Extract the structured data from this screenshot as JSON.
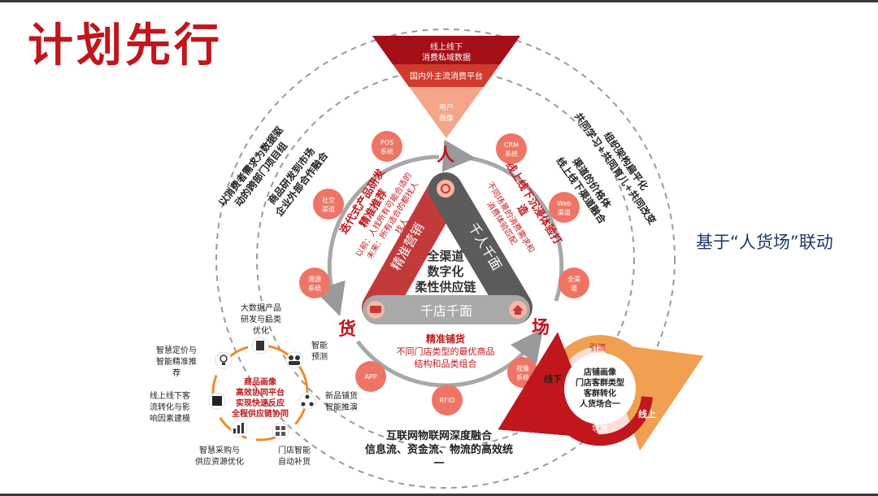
{
  "page": {
    "title": "计划先行",
    "side_note": "基于“人货场”联动"
  },
  "funnel": {
    "top_line1": "线上线下",
    "top_line2": "消费私域数据",
    "middle": "国内外主流消费平台",
    "bottom_line1": "用户",
    "bottom_line2": "画像"
  },
  "vertices": {
    "person": "人",
    "goods": "货",
    "place": "场"
  },
  "center": {
    "line1": "全渠道",
    "line2": "数字化",
    "line3": "柔性供应链"
  },
  "triangle": {
    "left_arm": "精准营销",
    "right_arm": "千人千面",
    "bottom_arm": "千店千面"
  },
  "captions": {
    "left_title_line1": "迭代式产品研发",
    "left_title_line2": "精准推荐",
    "left_sub_line1": "以前：人找所有可能合适的",
    "left_sub_line2": "未来：所有适合的都找人",
    "left_sub_line3": "找人",
    "right_title_line1": "线上线下沉浸体验打",
    "right_title_line2": "造",
    "right_sub_line1": "不同场景的消费需求和",
    "right_sub_line2": "消费体验匹配",
    "bottom_title": "精准铺货",
    "bottom_sub_line1": "不同门店类型的最优商品",
    "bottom_sub_line2": "结构和品类组合"
  },
  "channels": [
    {
      "line1": "POS",
      "line2": "系统"
    },
    {
      "line1": "CRM",
      "line2": "系统"
    },
    {
      "line1": "社交",
      "line2": "渠道"
    },
    {
      "line1": "Web",
      "line2": "渠道"
    },
    {
      "line1": "溯源",
      "line2": "系统"
    },
    {
      "line1": "全渠",
      "line2": "道"
    },
    {
      "line1": "APP",
      "line2": ""
    },
    {
      "line1": "视像",
      "line2": "系统"
    },
    {
      "line1": "RFID",
      "line2": ""
    }
  ],
  "arcs": {
    "left_outer_1": "以消费者需求为数据驱",
    "left_outer_2": "动的跨部门项目组",
    "left_inner_1": "商品研发到市场",
    "left_inner_2": "企业外部合作融合",
    "right_outer_1": "组织架构扁平化",
    "right_outer_2": "共同学习+共同育儿+共同改变",
    "right_inner_1": "渠道的价格体",
    "right_inner_2": "线上线下渠道融合",
    "bottom_line1": "互联网物联网深度融合",
    "bottom_line2": "信息流、资金流、物流的高效统",
    "bottom_line3": "一"
  },
  "hub": {
    "line1": "商品画像",
    "line2": "高效协同平台",
    "line3": "实现快速反应",
    "line4": "全程供应链协同",
    "items": [
      {
        "line1": "大数据产品",
        "line2": "研发与品类",
        "line3": "优化"
      },
      {
        "line1": "智能",
        "line2": "预测",
        "line3": ""
      },
      {
        "line1": "新品铺货",
        "line2": "智能推演",
        "line3": ""
      },
      {
        "line1": "门店智能",
        "line2": "自动补货",
        "line3": ""
      },
      {
        "line1": "智慧采购与",
        "line2": "供应资源优化",
        "line3": ""
      },
      {
        "line1": "线上线下客",
        "line2": "流转化与影",
        "line3": "响因素建模"
      },
      {
        "line1": "智慧定价与",
        "line2": "智能精准推",
        "line3": "荐"
      }
    ]
  },
  "loop": {
    "top_label": "引流",
    "bottom_label": "导流",
    "left_label": "线下",
    "right_label": "线上",
    "center_line1": "店铺画像",
    "center_line2": "门店客群类型",
    "center_line3": "客群转化",
    "center_line4": "人货场合一"
  }
}
